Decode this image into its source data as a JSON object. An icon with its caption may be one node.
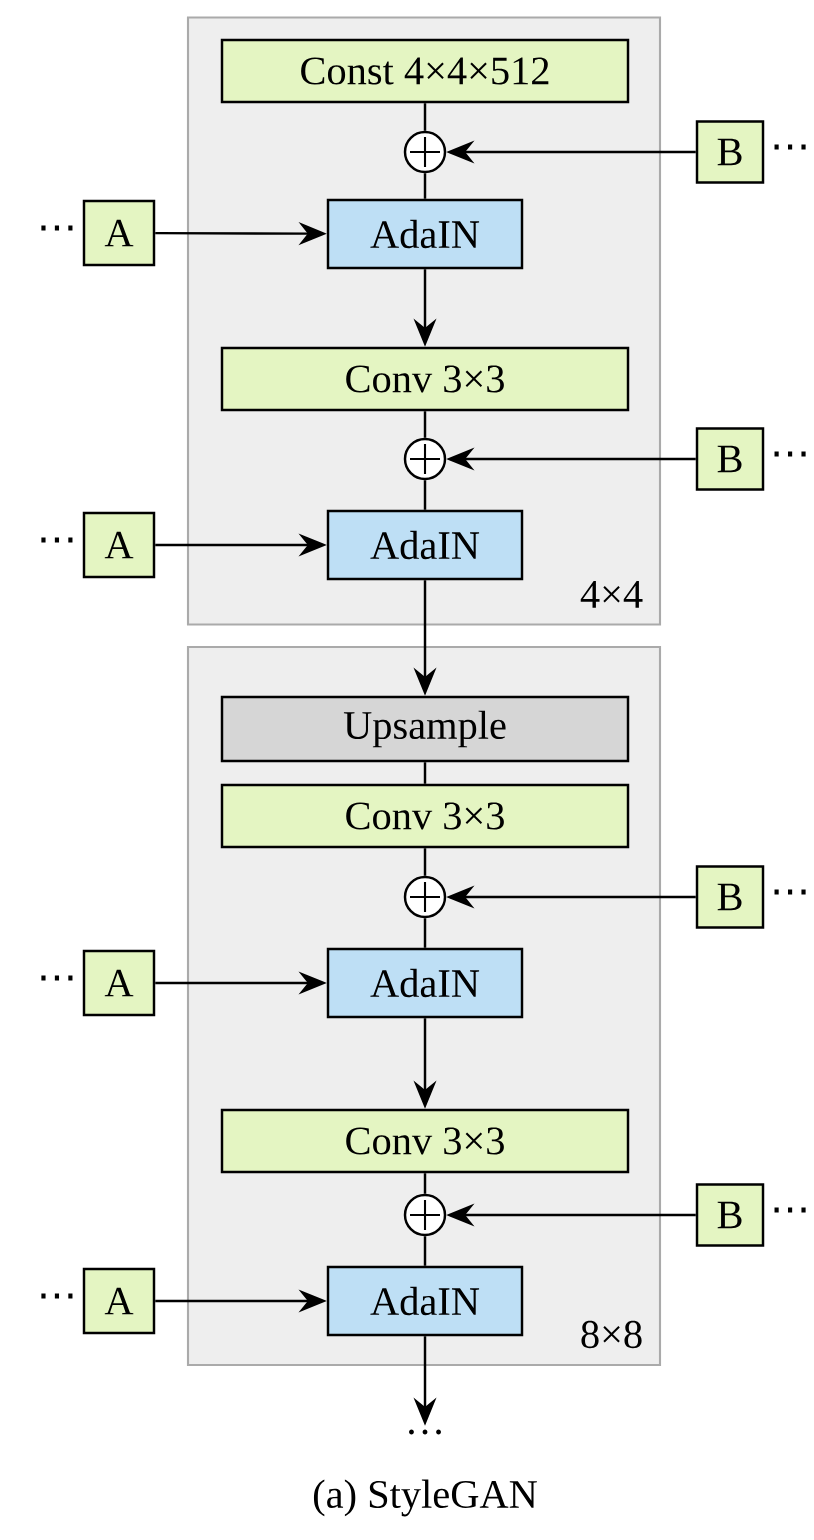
{
  "diagram": {
    "caption": "(a) StyleGAN",
    "nodes": [
      {
        "text": [
          "4×4"
        ]
      },
      {
        "text": [
          "Const 4×4×512"
        ],
        "in": 0
      },
      {
        "text": [],
        "shape": "circle",
        "in": 0
      },
      {
        "text": [
          "B"
        ],
        "beside": [
          "⋯"
        ]
      },
      {
        "text": [
          "A"
        ],
        "beside": [
          "⋯"
        ]
      },
      {
        "text": [
          "AdaIN"
        ],
        "in": 0
      },
      {
        "text": [
          "Conv 3×3"
        ],
        "in": 0
      },
      {
        "text": [],
        "shape": "circle",
        "in": 0
      },
      {
        "text": [
          "B"
        ],
        "beside": [
          "⋯"
        ]
      },
      {
        "text": [
          "A"
        ],
        "beside": [
          "⋯"
        ]
      },
      {
        "text": [
          "AdaIN"
        ],
        "in": 0
      },
      {
        "text": [
          "8×8"
        ]
      },
      {
        "text": [
          "Upsample"
        ],
        "in": 11
      },
      {
        "text": [
          "Conv 3×3"
        ],
        "in": 11
      },
      {
        "text": [],
        "shape": "circle",
        "in": 11
      },
      {
        "text": [
          "B"
        ],
        "beside": [
          "⋯"
        ]
      },
      {
        "text": [
          "A"
        ],
        "beside": [
          "⋯"
        ]
      },
      {
        "text": [
          "AdaIN"
        ],
        "in": 11
      },
      {
        "text": [
          "Conv 3×3"
        ],
        "in": 11
      },
      {
        "text": [],
        "shape": "circle",
        "in": 11
      },
      {
        "text": [
          "B"
        ],
        "beside": [
          "⋯"
        ]
      },
      {
        "text": [
          "A"
        ],
        "beside": [
          "⋯"
        ]
      },
      {
        "text": [
          "AdaIN"
        ],
        "in": 11
      },
      {
        "text": [
          "…"
        ]
      }
    ],
    "edges": [
      {
        "from": 1,
        "to": 2,
        "arrow": "none"
      },
      {
        "from": 3,
        "to": 2,
        "arrow": "to"
      },
      {
        "from": 2,
        "to": 5,
        "arrow": "none"
      },
      {
        "from": 4,
        "to": 5,
        "arrow": "to"
      },
      {
        "from": 5,
        "to": 6,
        "arrow": "to"
      },
      {
        "from": 6,
        "to": 7,
        "arrow": "none"
      },
      {
        "from": 8,
        "to": 7,
        "arrow": "to"
      },
      {
        "from": 7,
        "to": 10,
        "arrow": "none"
      },
      {
        "from": 9,
        "to": 10,
        "arrow": "to"
      },
      {
        "from": 10,
        "to": 12,
        "arrow": "to"
      },
      {
        "from": 12,
        "to": 13,
        "arrow": "none"
      },
      {
        "from": 13,
        "to": 14,
        "arrow": "none"
      },
      {
        "from": 15,
        "to": 14,
        "arrow": "to"
      },
      {
        "from": 14,
        "to": 17,
        "arrow": "none"
      },
      {
        "from": 16,
        "to": 17,
        "arrow": "to"
      },
      {
        "from": 17,
        "to": 18,
        "arrow": "to"
      },
      {
        "from": 18,
        "to": 19,
        "arrow": "none"
      },
      {
        "from": 20,
        "to": 19,
        "arrow": "to"
      },
      {
        "from": 19,
        "to": 22,
        "arrow": "none"
      },
      {
        "from": 21,
        "to": 22,
        "arrow": "to"
      },
      {
        "from": 22,
        "to": 23,
        "arrow": "to"
      }
    ]
  }
}
